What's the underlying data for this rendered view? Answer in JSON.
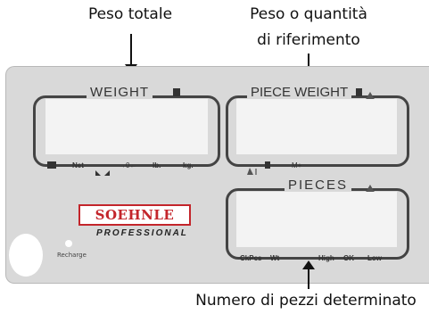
{
  "callouts": {
    "total_weight": "Peso totale",
    "reference_line1": "Peso o quantità",
    "reference_line2": "di riferimento",
    "pieces_count": "Numero di pezzi determinato"
  },
  "displays": {
    "weight": {
      "label": "WEIGHT",
      "indicators": [
        "Net",
        "→0←",
        "lb.",
        "kg."
      ]
    },
    "piece_weight": {
      "label": "PIECE WEIGHT",
      "indicators": [
        "M+"
      ]
    },
    "pieces": {
      "label": "PIECES",
      "indicators": [
        "CkPcs",
        "Wt",
        "High",
        "OK",
        "Low"
      ]
    }
  },
  "brand": {
    "name": "SOEHNLE",
    "tagline": "PROFESSIONAL",
    "logo_color": "#c3252b"
  },
  "recharge_label": "Recharge",
  "colors": {
    "panel": "#d9d9d9",
    "display": "#f3f3f3",
    "frame": "#444444"
  }
}
